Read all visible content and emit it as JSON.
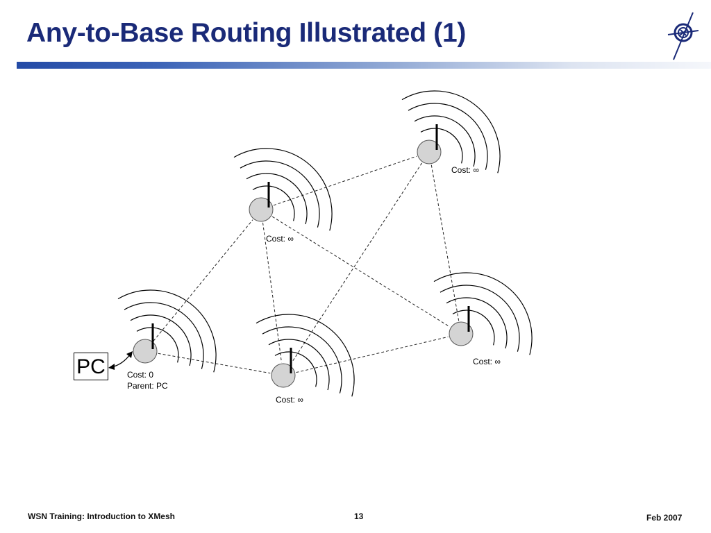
{
  "slide": {
    "title": "Any-to-Base Routing Illustrated (1)",
    "footer_left": "WSN Training: Introduction to XMesh",
    "page_number": "13",
    "footer_right": "Feb 2007"
  },
  "diagram": {
    "pc_label": "PC",
    "nodes": [
      {
        "id": "base",
        "cost_label": "Cost: 0",
        "parent_label": "Parent: PC"
      },
      {
        "id": "n-top",
        "cost_label": "Cost: ∞"
      },
      {
        "id": "n-upper-mid",
        "cost_label": "Cost: ∞"
      },
      {
        "id": "n-bottom-mid",
        "cost_label": "Cost: ∞"
      },
      {
        "id": "n-right",
        "cost_label": "Cost: ∞"
      }
    ],
    "links": [
      [
        "base",
        "n-upper-mid"
      ],
      [
        "base",
        "n-bottom-mid"
      ],
      [
        "n-upper-mid",
        "n-top"
      ],
      [
        "n-upper-mid",
        "n-bottom-mid"
      ],
      [
        "n-upper-mid",
        "n-right"
      ],
      [
        "n-top",
        "n-bottom-mid"
      ],
      [
        "n-top",
        "n-right"
      ],
      [
        "n-bottom-mid",
        "n-right"
      ]
    ],
    "colors": {
      "title": "#1a2a78",
      "node_fill": "#d4d4d4",
      "node_stroke": "#555555"
    }
  }
}
